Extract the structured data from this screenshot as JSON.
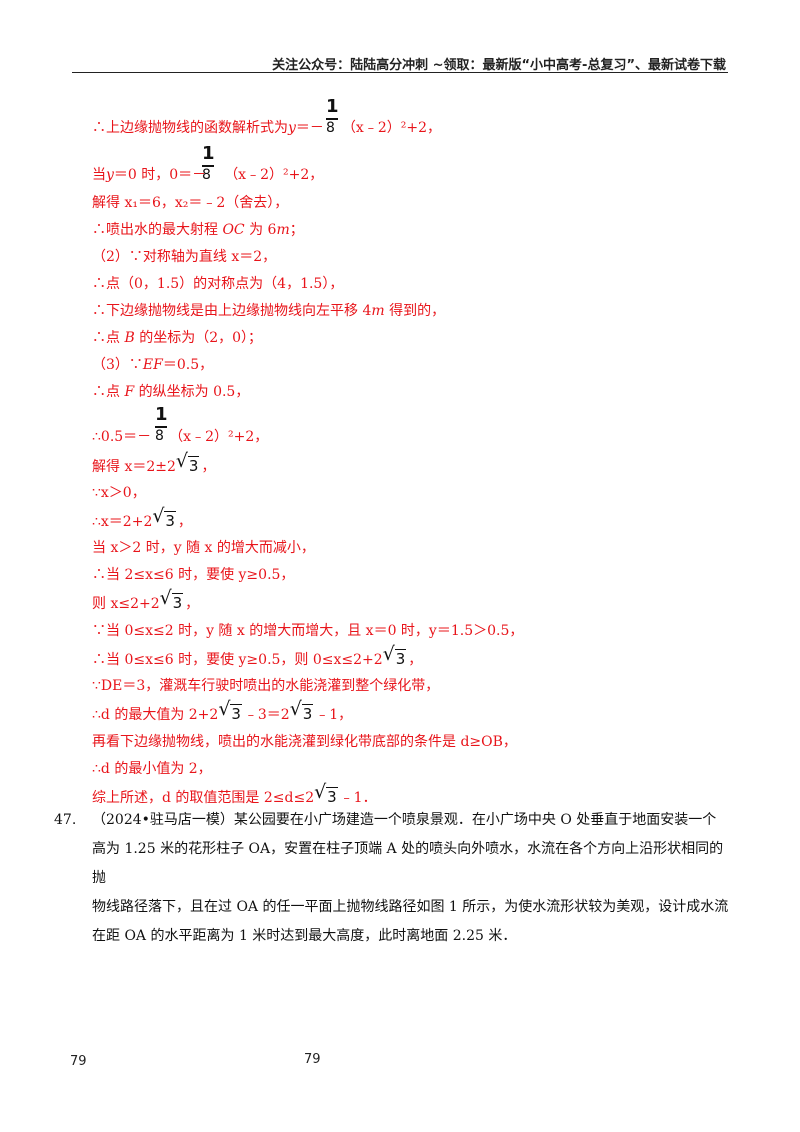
{
  "header": {
    "text": "关注公众号：陆陆高分冲刺  ~领取：最新版“小中高考-总复习”、最新试卷下载"
  },
  "frac": {
    "num": "1",
    "den": "8"
  },
  "sqrt3": "3",
  "solution": {
    "l1a": "∴上边缘抛物线的函数解析式为",
    "l1b": "y",
    "l1c": "＝－",
    "l1d": "（x﹣2）²+2，",
    "l2a": "当",
    "l2b": "y",
    "l2c": "＝0 时，0＝－",
    "l2d": "（x﹣2）²+2，",
    "l3": "解得 x₁＝6，x₂＝﹣2（舍去），",
    "l4a": "∴喷出水的最大射程 ",
    "l4b": "OC",
    "l4c": " 为 6",
    "l4d": "m",
    "l4e": "；",
    "l5": "（2）∵对称轴为直线 x＝2，",
    "l6": "∴点（0，1.5）的对称点为（4，1.5），",
    "l7a": "∴下边缘抛物线是由上边缘抛物线向左平移 4",
    "l7b": "m",
    "l7c": " 得到的，",
    "l8a": "∴点 ",
    "l8b": "B",
    "l8c": " 的坐标为（2，0）；",
    "l9a": "（3）∵",
    "l9b": "EF",
    "l9c": "＝0.5，",
    "l10a": "∴点 ",
    "l10b": "F",
    "l10c": " 的纵坐标为 0.5，",
    "l11a": "∴0.5＝－",
    "l11b": "（x﹣2）²+2，",
    "l12a": "解得 x＝2±2",
    "l12b": "，",
    "l13": "∵x＞0，",
    "l14a": "∴x＝2+2",
    "l14b": "，",
    "l15": "当 x＞2 时，y 随 x 的增大而减小，",
    "l16": "∴当 2≤x≤6 时，要使 y≥0.5，",
    "l17a": "则 x≤2+2",
    "l17b": "，",
    "l18": "∵当 0≤x≤2 时，y 随 x 的增大而增大，且 x＝0 时，y＝1.5＞0.5，",
    "l19a": "∴当 0≤x≤6 时，要使 y≥0.5，则 0≤x≤2+2",
    "l19b": "，",
    "l20": "∵DE＝3，灌溉车行驶时喷出的水能浇灌到整个绿化带，",
    "l21a": "∴d 的最大值为 2+2",
    "l21b": "﹣3＝2",
    "l21c": "﹣1，",
    "l22": "再看下边缘抛物线，喷出的水能浇灌到绿化带底部的条件是 d≥OB，",
    "l23": "∴d 的最小值为 2，",
    "l24a": "综上所述，d 的取值范围是 2≤d≤2",
    "l24b": "﹣1．"
  },
  "question": {
    "number": "47.",
    "line1": "（2024•驻马店一模）某公园要在小广场建造一个喷泉景观．在小广场中央 O 处垂直于地面安装一个",
    "line2": "高为 1.25 米的花形柱子 OA，安置在柱子顶端 A 处的喷头向外喷水，水流在各个方向上沿形状相同的抛",
    "line3": "物线路径落下，且在过 OA 的任一平面上抛物线路径如图 1 所示，为使水流形状较为美观，设计成水流",
    "line4": "在距 OA 的水平距离为 1 米时达到最大高度，此时离地面 2.25 米．"
  },
  "page_numbers": {
    "left": "79",
    "center": "79"
  }
}
